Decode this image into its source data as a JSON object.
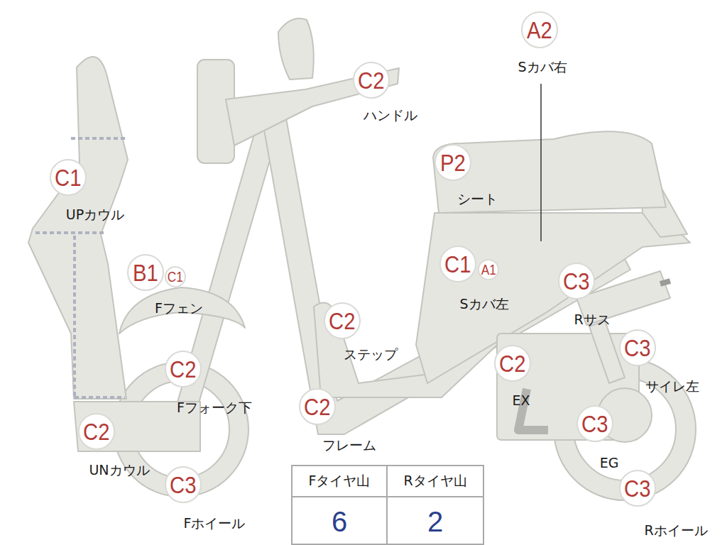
{
  "diagram": {
    "nodes": [
      {
        "text": [
          "A2",
          "Sカバ右"
        ]
      },
      {
        "text": [
          "C2",
          "ハンドル"
        ]
      },
      {
        "text": [
          "P2",
          "シート"
        ]
      },
      {
        "text": [
          "C1",
          "UPカウル"
        ]
      },
      {
        "text": [
          "B1",
          "Fフェン"
        ]
      },
      {
        "text": [
          "C1"
        ]
      },
      {
        "text": [
          "C1",
          "Sカバ左"
        ]
      },
      {
        "text": [
          "A1"
        ]
      },
      {
        "text": [
          "C3",
          "Rサス"
        ]
      },
      {
        "text": [
          "C2",
          "ステップ"
        ]
      },
      {
        "text": [
          "C3",
          "サイレ左"
        ]
      },
      {
        "text": [
          "C2",
          "Fフォーク下"
        ]
      },
      {
        "text": [
          "C2",
          "EX"
        ]
      },
      {
        "text": [
          "C2",
          "フレーム"
        ]
      },
      {
        "text": [
          "C3",
          "EG"
        ]
      },
      {
        "text": [
          "C2",
          "UNカウル"
        ]
      },
      {
        "text": [
          "C3",
          "Fホイール"
        ]
      },
      {
        "text": [
          "C3",
          "Rホイール"
        ]
      }
    ],
    "labels": [
      "Fタイヤ山",
      "Rタイヤ山",
      "6",
      "2"
    ]
  }
}
